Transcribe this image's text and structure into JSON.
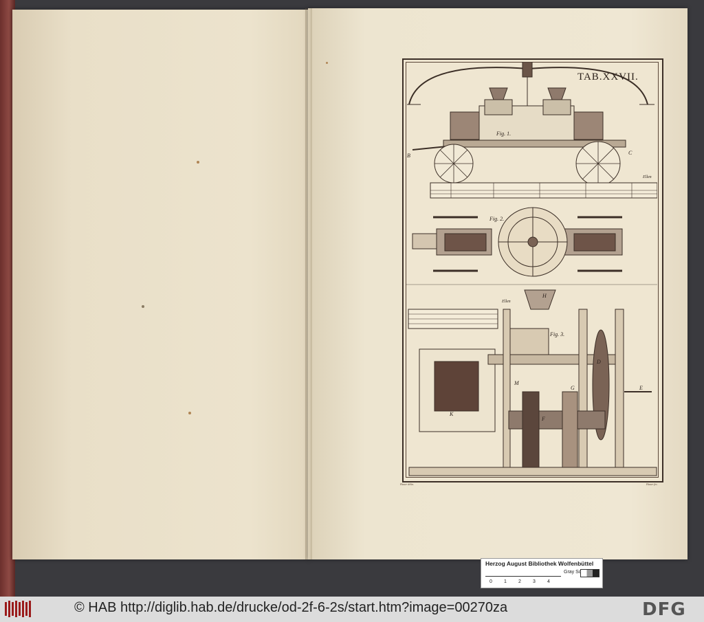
{
  "plate": {
    "title": "TAB.XXVII.",
    "engraver_left": "Hauer delin.",
    "engraver_right": "Hauer fec.",
    "fig_labels": [
      "Fig. 1.",
      "Fig. 2.",
      "Fig. 3."
    ],
    "scale_label_top": "Ellen",
    "scale_label_bottom": "Ellen",
    "letters": [
      "B",
      "C",
      "H",
      "D",
      "E",
      "K",
      "M",
      "G",
      "F"
    ]
  },
  "library_card": {
    "name": "Herzog August Bibliothek Wolfenbüttel",
    "gray_scale_label": "Gray Scale",
    "ruler_numbers": [
      "0",
      "1",
      "2",
      "3",
      "4"
    ]
  },
  "footer": {
    "copyright_text": "© HAB http://diglib.hab.de/drucke/od-2f-6-2s/start.htm?image=00270za",
    "logo_right": "DFG"
  }
}
